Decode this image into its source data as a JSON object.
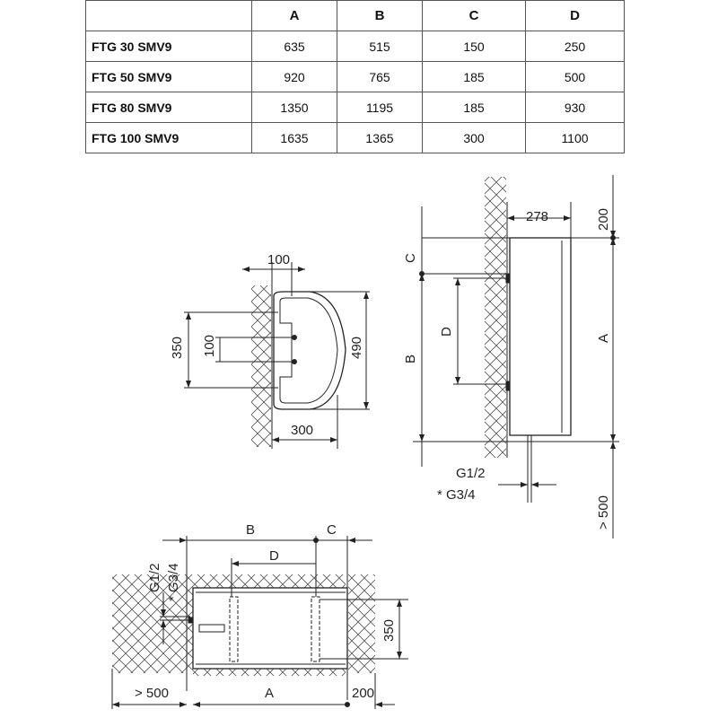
{
  "table": {
    "headers": [
      "",
      "A",
      "B",
      "C",
      "D"
    ],
    "rows": [
      {
        "model": "FTG 30 SMV9",
        "A": "635",
        "B": "515",
        "C": "150",
        "D": "250"
      },
      {
        "model": "FTG 50 SMV9",
        "A": "920",
        "B": "765",
        "C": "185",
        "D": "500"
      },
      {
        "model": "FTG 80 SMV9",
        "A": "1350",
        "B": "1195",
        "C": "185",
        "D": "930"
      },
      {
        "model": "FTG 100 SMV9",
        "A": "1635",
        "B": "1365",
        "C": "300",
        "D": "1100"
      }
    ]
  },
  "bracket_view": {
    "top": "100",
    "left_outer": "350",
    "left_inner": "100",
    "right": "490",
    "bottom": "300"
  },
  "side_view": {
    "width": "278",
    "top_clearance": "200",
    "C": "C",
    "B": "B",
    "D": "D",
    "A": "A",
    "pipe1": "G1/2",
    "pipe2": "* G3/4",
    "bottom_clearance": "> 500"
  },
  "top_view": {
    "B": "B",
    "C": "C",
    "D": "D",
    "pipe1": "G1/2",
    "pipe2": "* G3/4",
    "height": "350",
    "left_clearance": "> 500",
    "A": "A",
    "right_clearance": "200"
  }
}
